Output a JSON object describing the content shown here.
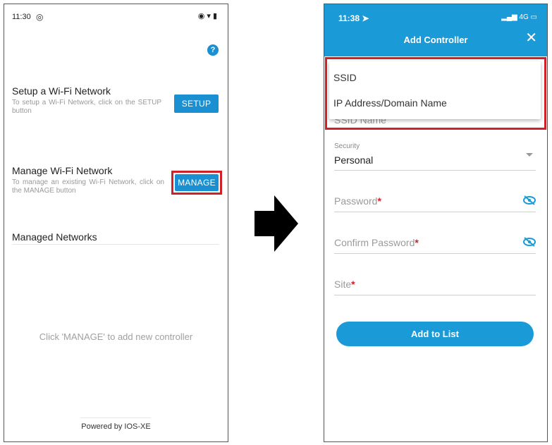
{
  "left_screen": {
    "status": {
      "time": "11:30"
    },
    "setup": {
      "title": "Setup a Wi-Fi Network",
      "description": "To setup a Wi-Fi Network, click on the SETUP button",
      "button_label": "SETUP"
    },
    "manage": {
      "title": "Manage Wi-Fi Network",
      "description": "To manage an existing Wi-Fi Network, click on the MANAGE button",
      "button_label": "MANAGE"
    },
    "managed_networks_title": "Managed Networks",
    "empty_message": "Click 'MANAGE' to add new controller",
    "footer": "Powered by IOS-XE"
  },
  "right_screen": {
    "status": {
      "time": "11:38",
      "network": "4G"
    },
    "header_title": "Add Controller",
    "dropdown_options": [
      "SSID",
      "IP Address/Domain Name"
    ],
    "ssid_field_placeholder": "SSID Name",
    "security": {
      "label": "Security",
      "value": "Personal"
    },
    "password_placeholder": "Password",
    "confirm_password_placeholder": "Confirm Password",
    "site_placeholder": "Site",
    "required_mark": "*",
    "add_button_label": "Add to List"
  },
  "colors": {
    "primary_blue": "#1a9bd7",
    "highlight_red": "#d02128"
  },
  "icons": [
    "help-icon",
    "eye-icon",
    "close-icon",
    "arrow-right-icon",
    "wifi-icon",
    "battery-icon"
  ]
}
